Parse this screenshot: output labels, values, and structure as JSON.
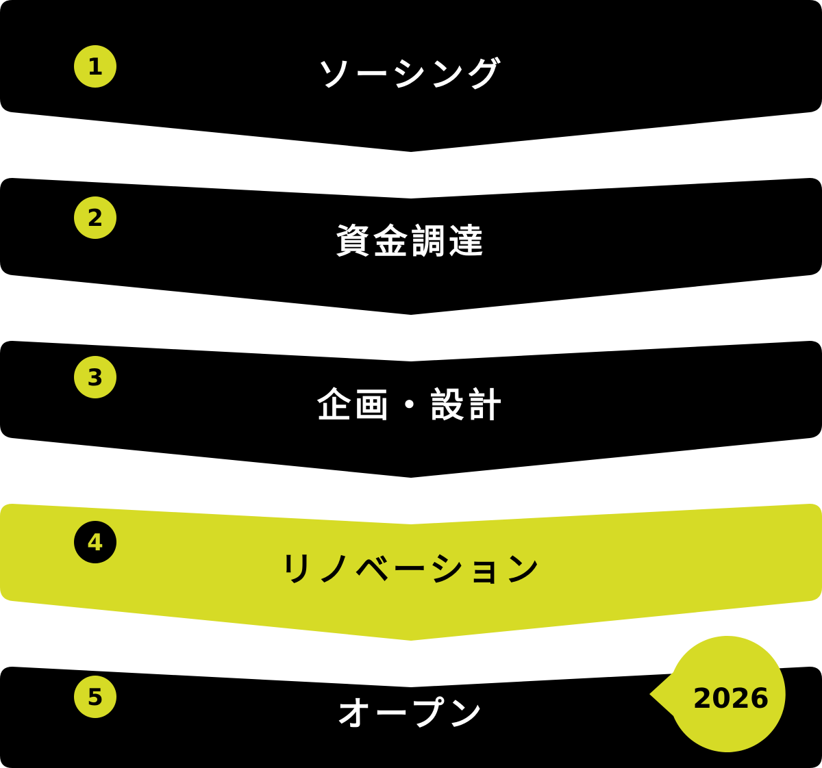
{
  "colors": {
    "dark": "#000000",
    "accent": "#d6db26",
    "background": "#ffffff",
    "text_on_dark": "#ffffff",
    "text_on_accent": "#000000"
  },
  "steps": [
    {
      "number": "1",
      "label": "ソーシング",
      "highlighted": false
    },
    {
      "number": "2",
      "label": "資金調達",
      "highlighted": false
    },
    {
      "number": "3",
      "label": "企画・設計",
      "highlighted": false
    },
    {
      "number": "4",
      "label": "リノベーション",
      "highlighted": true
    },
    {
      "number": "5",
      "label": "オープン",
      "highlighted": false
    }
  ],
  "badge": {
    "text": "2026"
  }
}
